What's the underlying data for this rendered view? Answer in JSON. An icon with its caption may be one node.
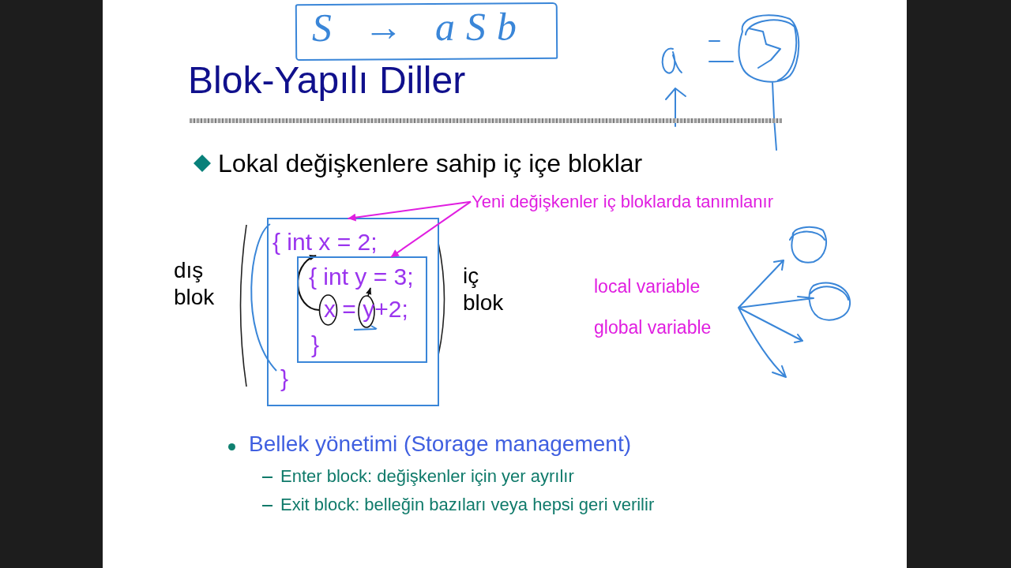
{
  "diagram": {
    "title": "Blok-Yapılı Diller",
    "nodes": [
      {
        "text": [
          "Yeni değişkenler iç bloklarda tanımlanır"
        ]
      },
      {
        "text": [
          "{ int x = 2;",
          "}"
        ],
        "beside": [
          "dış blok"
        ]
      },
      {
        "text": [
          "{ int y = 3;",
          "x = y+2;",
          "}"
        ],
        "in": 1,
        "beside": [
          "iç blok"
        ]
      }
    ],
    "edges": [
      {
        "from": 0,
        "to": 1,
        "arrow": "to"
      },
      {
        "from": 0,
        "to": 2,
        "arrow": "to"
      }
    ],
    "labels": [
      "S → aSb",
      "Lokal değişkenlere sahip iç içe bloklar",
      "local variable",
      "global variable",
      "Bellek yönetimi (Storage management)",
      "Enter block: değişkenler için yer ayrılır",
      "Exit block: belleğin bazıları veya hepsi geri verilir"
    ]
  }
}
